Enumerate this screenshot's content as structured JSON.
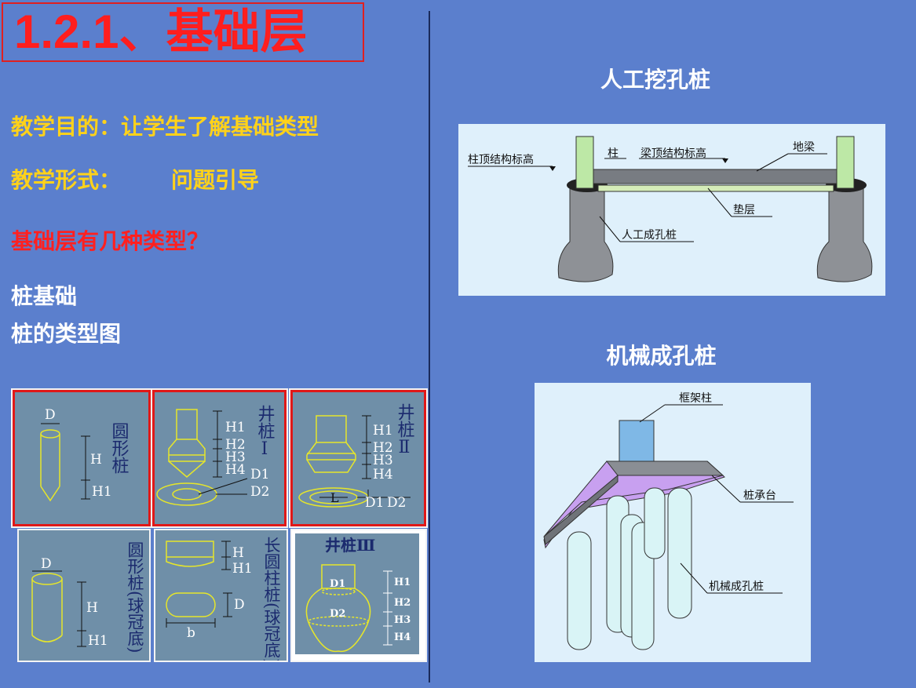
{
  "title": "1.2.1、基础层",
  "left": {
    "goal": "教学目的：让学生了解基础类型",
    "form_label": "教学形式：",
    "form_value": "问题引导",
    "question": "基础层有几种类型？",
    "item1": "桩基础",
    "item2": "桩的类型图"
  },
  "panels": {
    "round": {
      "name": "圆形桩",
      "d": "D",
      "h": "H",
      "h1": "H1"
    },
    "well1": {
      "name": "井桩Ⅰ",
      "h1": "H1",
      "h2": "H2",
      "h3": "H3",
      "h4": "H4",
      "d1": "D1",
      "d2": "D2"
    },
    "well2": {
      "name": "井桩Ⅱ",
      "h1": "H1",
      "h2": "H2",
      "h3": "H3",
      "h4": "H4",
      "l": "L",
      "d1": "D1",
      "d2": "D2"
    },
    "round_ball": {
      "name": "圆形桩(球冠底)",
      "d": "D",
      "h": "H",
      "h1": "H1"
    },
    "long_round": {
      "name": "长圆柱桩(球冠底)",
      "h": "H",
      "h1": "H1",
      "d": "D",
      "b": "b"
    },
    "well3": {
      "name": "井桩Ⅲ",
      "d1": "D1",
      "d2": "D2",
      "h1": "H1",
      "h2": "H2",
      "h3": "H3",
      "h4": "H4"
    }
  },
  "right": {
    "heading1": "人工挖孔桩",
    "heading2": "机械成孔桩",
    "diagram1": {
      "col_top": "柱顶结构标高",
      "column": "柱",
      "beam_top": "梁顶结构标高",
      "ground_beam": "地梁",
      "cushion": "垫层",
      "pile": "人工成孔桩"
    },
    "diagram2": {
      "frame_col": "框架柱",
      "cap": "桩承台",
      "pile": "机械成孔桩"
    }
  }
}
